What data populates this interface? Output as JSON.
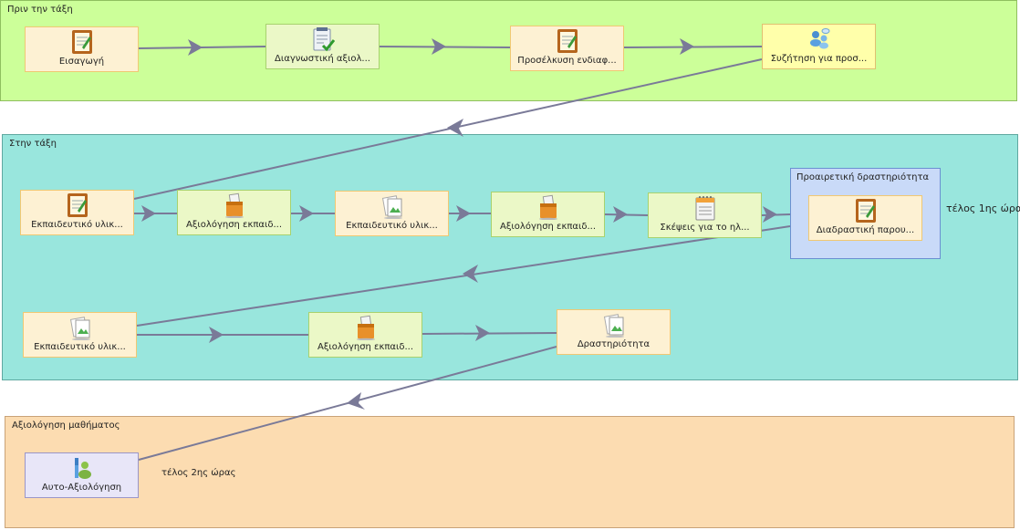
{
  "colors": {
    "lane_before_bg": "#ccff99",
    "lane_before_border": "#8fbf5f",
    "lane_inclass_bg": "#99e6dd",
    "lane_inclass_border": "#5fa8a0",
    "lane_eval_bg": "#fcdcb1",
    "lane_eval_border": "#c9a277",
    "node_yellow_bg": "#fdf1d3",
    "node_yellow_border": "#f0c873",
    "node_green_bg": "#ebf8c7",
    "node_green_border": "#a7d26e",
    "node_lemon_bg": "#ffffaa",
    "node_lemon_border": "#e0c070",
    "node_lavender_bg": "#e8e6f8",
    "node_lavender_border": "#9a96c8",
    "edge": "#7a7a98"
  },
  "lanes": {
    "before": {
      "title": "Πριν την τάξη"
    },
    "inclass": {
      "title": "Στην τάξη"
    },
    "eval": {
      "title": "Αξιολόγηση μαθήματος"
    }
  },
  "group": {
    "title": "Προαιρετική δραστηριότητα"
  },
  "nodes": {
    "intro": {
      "label": "Εισαγωγή",
      "icon": "notepad-icon"
    },
    "diag": {
      "label": "Διαγνωστική αξιολ...",
      "icon": "checklist-icon"
    },
    "interest": {
      "label": "Προσέλκυση ενδιαφ...",
      "icon": "notepad-icon"
    },
    "discuss": {
      "label": "Συζήτηση για προσ...",
      "icon": "people-icon"
    },
    "edu1": {
      "label": "Εκπαιδευτικό υλικ...",
      "icon": "notepad-icon"
    },
    "assess1": {
      "label": "Αξιολόγηση εκπαιδ...",
      "icon": "ballot-box-icon"
    },
    "edu2": {
      "label": "Εκπαιδευτικό υλικ...",
      "icon": "image-pages-icon"
    },
    "assess2": {
      "label": "Αξιολόγηση εκπαιδ...",
      "icon": "ballot-box-icon"
    },
    "thoughts": {
      "label": "Σκέψεις για το ηλ...",
      "icon": "calendar-notebook-icon"
    },
    "interactive": {
      "label": "Διαδραστική παρου...",
      "icon": "notepad-icon"
    },
    "edu3": {
      "label": "Εκπαιδευτικό υλικ...",
      "icon": "image-pages-icon"
    },
    "assess3": {
      "label": "Αξιολόγηση εκπαιδ...",
      "icon": "ballot-box-icon"
    },
    "activity": {
      "label": "Δραστηριότητα",
      "icon": "image-pages-icon"
    },
    "selfeval": {
      "label": "Αυτο-Αξιολόγηση",
      "icon": "user-chart-icon"
    }
  },
  "notes": {
    "end1": "τέλος 1ης ώρας",
    "end2": "τέλος 2ης ώρας"
  }
}
